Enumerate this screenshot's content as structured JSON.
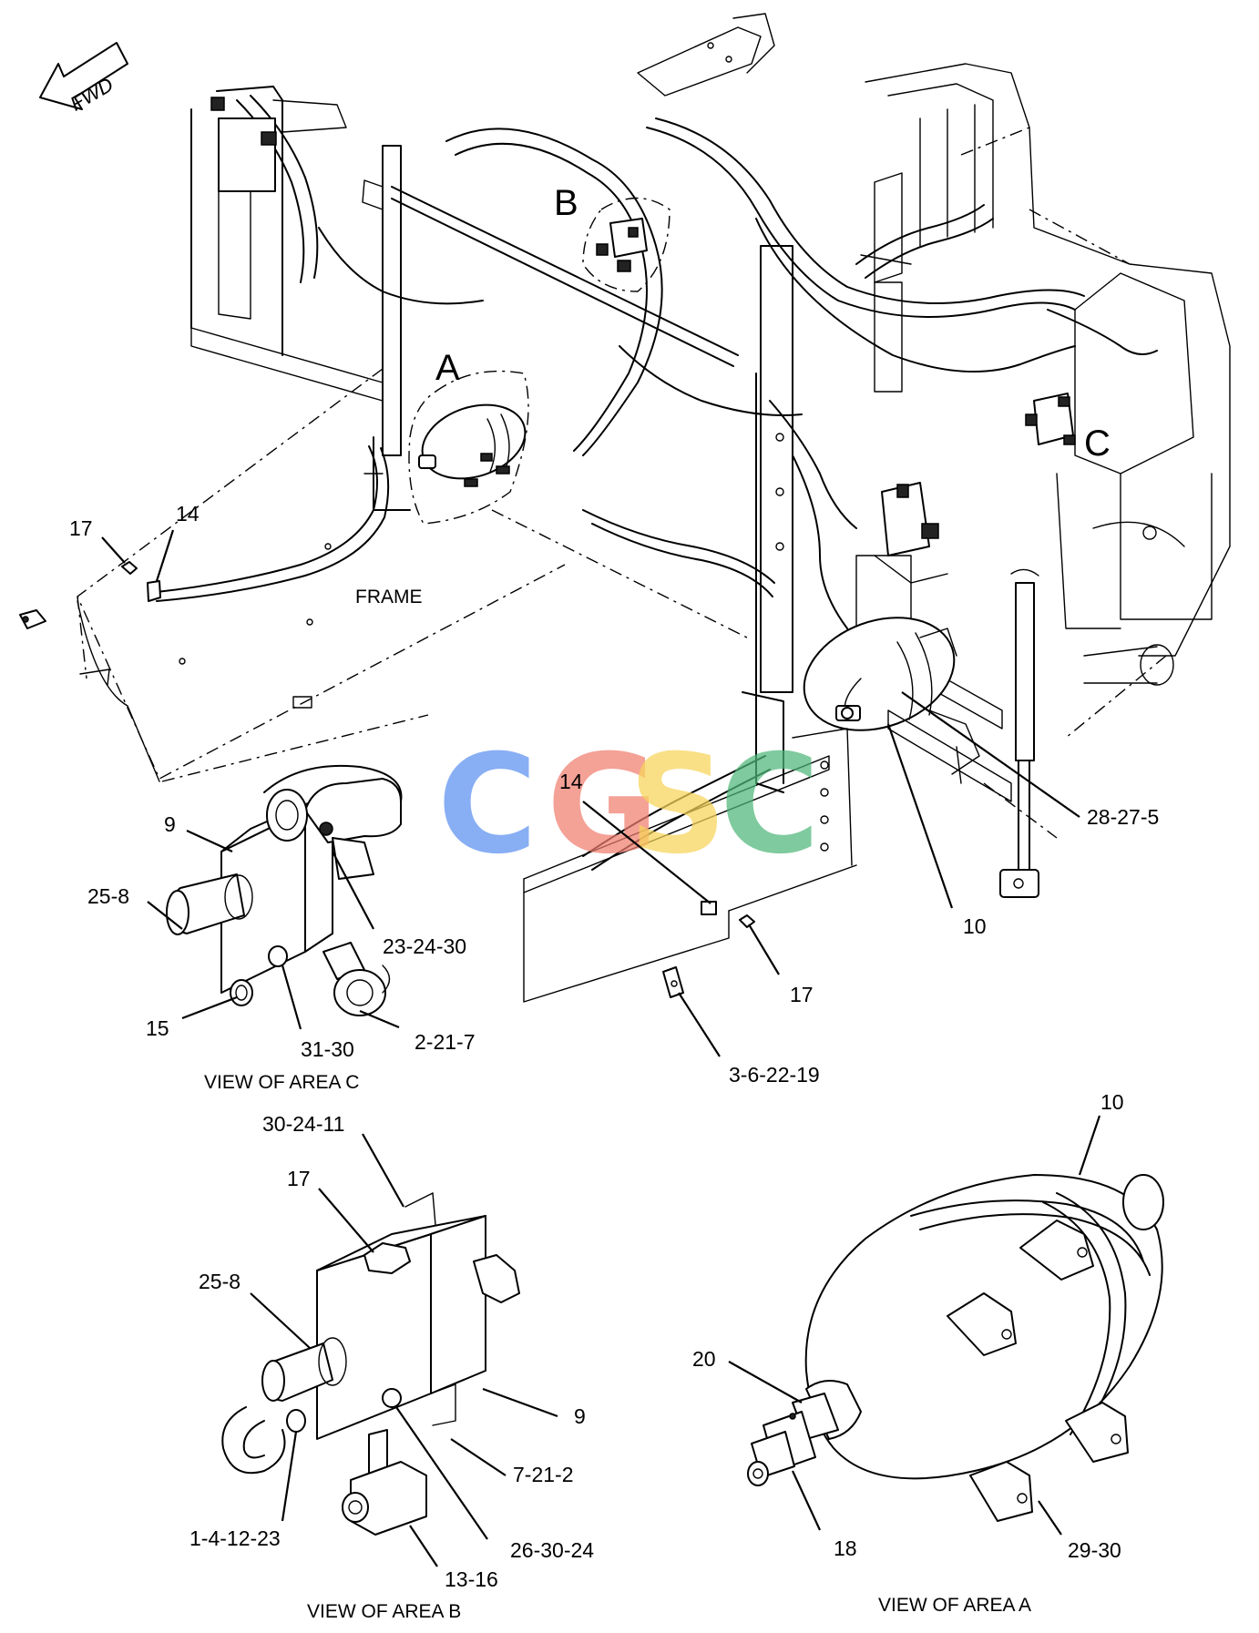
{
  "orientation_marker": {
    "text": "FWD",
    "icon": "forward-arrow-icon"
  },
  "frame_label": "FRAME",
  "area_markers": {
    "a": "A",
    "b": "B",
    "c": "C"
  },
  "watermark": {
    "letters": [
      "C",
      "G",
      "S",
      "C"
    ],
    "colors": [
      "#5b8ff0",
      "#f07d6f",
      "#f7d55a",
      "#4fb77a"
    ]
  },
  "callouts": {
    "main_17_left": "17",
    "main_14_left": "14",
    "main_14_center": "14",
    "main_28_27_5": "28-27-5",
    "main_10": "10",
    "main_17_right": "17",
    "main_3_6_22_19": "3-6-22-19",
    "c_9": "9",
    "c_25_8": "25-8",
    "c_23_24_30": "23-24-30",
    "c_15": "15",
    "c_31_30": "31-30",
    "c_2_21_7": "2-21-7",
    "b_30_24_11": "30-24-11",
    "b_17": "17",
    "b_25_8": "25-8",
    "b_9": "9",
    "b_7_21_2": "7-21-2",
    "b_1_4_12_23": "1-4-12-23",
    "b_26_30_24": "26-30-24",
    "b_13_16": "13-16",
    "a_10": "10",
    "a_20": "20",
    "a_18": "18",
    "a_29_30": "29-30"
  },
  "view_titles": {
    "c": "VIEW OF AREA C",
    "b": "VIEW OF AREA B",
    "a": "VIEW OF AREA A"
  }
}
